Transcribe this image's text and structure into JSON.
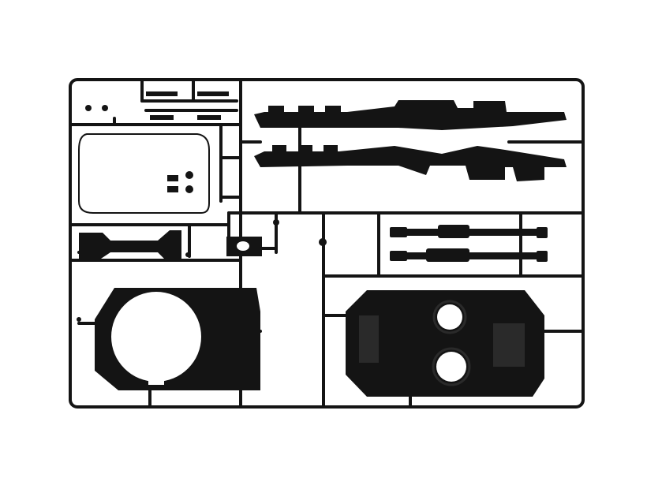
{
  "scene": {
    "subject": "model-kit-sprue",
    "background_color": "#ffffff",
    "plastic_color": "#141414",
    "highlight_color": "#2a2a2a",
    "parts": [
      {
        "id": "frame",
        "icon": "sprue-frame"
      },
      {
        "id": "track-guard-upper",
        "icon": "fender-part"
      },
      {
        "id": "track-guard-lower",
        "icon": "fender-part"
      },
      {
        "id": "gun-barrel-upper",
        "icon": "barrel-part"
      },
      {
        "id": "gun-barrel-lower",
        "icon": "barrel-part"
      },
      {
        "id": "turret-ring-plate",
        "icon": "hull-plate-part"
      },
      {
        "id": "hull-deck-plate",
        "icon": "hull-plate-part"
      },
      {
        "id": "wire-loop",
        "icon": "wire-part"
      },
      {
        "id": "small-bracket",
        "icon": "bracket-part"
      }
    ]
  }
}
